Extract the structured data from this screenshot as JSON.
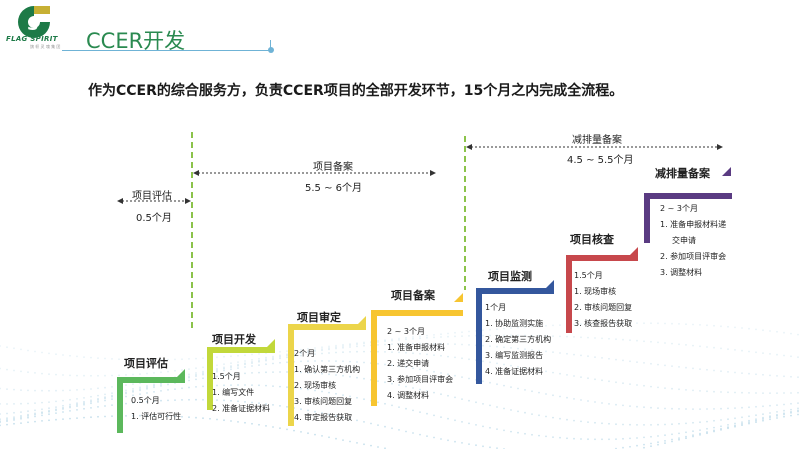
{
  "header": {
    "logo_text": "FLAG SPIRIT",
    "logo_sub": "旗 帜 灵 魂 集 团",
    "title": "CCER开发"
  },
  "subtitle": "作为CCER的综合服务方，负责CCER项目的全部开发环节，15个月之内完成全流程。",
  "phases": [
    {
      "name": "项目评估",
      "duration": "0.5个月"
    },
    {
      "name": "项目备案",
      "duration": "5.5 ~ 6个月"
    },
    {
      "name": "减排量备案",
      "duration": "4.5 ~ 5.5个月"
    }
  ],
  "stages": [
    {
      "title": "项目评估",
      "color": "#5cb85c",
      "lines": [
        "0.5个月",
        "1. 评估可行性"
      ]
    },
    {
      "title": "项目开发",
      "color": "#c2d83a",
      "lines": [
        "1.5个月",
        "1. 编写文件",
        "2. 准备证据材料"
      ]
    },
    {
      "title": "项目审定",
      "color": "#ecd54a",
      "lines": [
        "2个月",
        "1. 确认第三方机构",
        "2. 现场审核",
        "3. 审核问题回复",
        "4. 审定报告获取"
      ]
    },
    {
      "title": "项目备案",
      "color": "#f7c531",
      "lines": [
        "2 ~ 3个月",
        "1. 准备申报材料",
        "2. 递交申请",
        "3. 参加项目评审会",
        "4. 调整材料"
      ]
    },
    {
      "title": "项目监测",
      "color": "#34579d",
      "lines": [
        "1个月",
        "1. 协助监测实施",
        "2. 确定第三方机构",
        "3. 编写监测报告",
        "4. 准备证据材料"
      ]
    },
    {
      "title": "项目核查",
      "color": "#c7484c",
      "lines": [
        "1.5个月",
        "1. 现场审核",
        "2. 审核问题回复",
        "3. 核查报告获取"
      ]
    },
    {
      "title": "减排量备案",
      "color": "#5a3b82",
      "lines": [
        "2 ~ 3个月",
        "1. 准备申报材料递",
        "交申请",
        "2. 参加项目评审会",
        "3. 调整材料"
      ]
    }
  ]
}
